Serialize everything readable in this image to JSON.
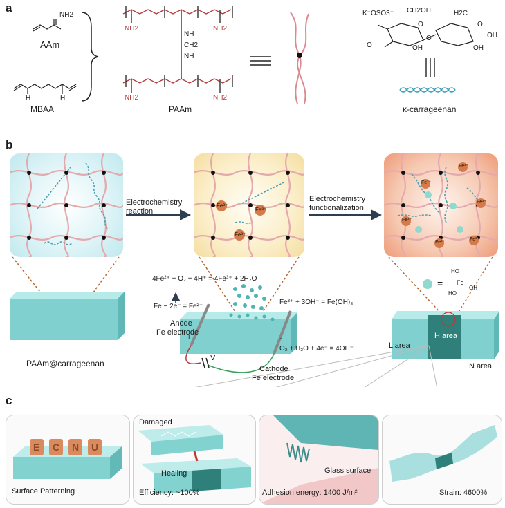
{
  "panels": {
    "a": "a",
    "b": "b",
    "c": "c"
  },
  "panel_a": {
    "aam_label": "AAm",
    "aam_group": "NH2",
    "mbaa_label": "MBAA",
    "mbaa_nh1": "H",
    "mbaa_nh2": "H",
    "paam_label": "PAAm",
    "paam_groups": [
      "NH2",
      "NH2",
      "NH2",
      "NH2",
      "NH",
      "CH2",
      "NH"
    ],
    "kc_label": "κ-carrageenan",
    "kc_groups": [
      "K⁻OSO3⁻",
      "CH2OH",
      "H2C",
      "O",
      "O",
      "OH",
      "OH",
      "OH",
      "O",
      "O"
    ]
  },
  "panel_b": {
    "arrow1_l1": "Electrochemistry",
    "arrow1_l2": "reaction",
    "arrow2_l1": "Electrochemistry",
    "arrow2_l2": "functionalization",
    "hydrogel_label": "PAAm@carrageenan",
    "eq_top": "4Fe²⁺ + O₂ + 4H⁺ = 4Fe³⁺ + 2H₂O",
    "eq_anode": "Fe − 2e⁻ = Fe²⁺",
    "eq_fe3": "Fe³⁺ + 3OH⁻ = Fe(OH)₃",
    "eq_cathode": "O₂ + H₂O + 4e⁻ = 4OH⁻",
    "anode_l1": "Anode",
    "anode_l2": "Fe electrode",
    "cathode_l1": "Cathode",
    "cathode_l2": "Fe electrode",
    "voltage": "V",
    "plus": "+",
    "minus": "-",
    "fe_labels": [
      "Fe³⁺",
      "Fe³⁺",
      "Fe³⁺"
    ],
    "fe_labels_right": [
      "Fe³⁺",
      "Fe³⁺",
      "Fe³⁺",
      "Fe³⁺",
      "Fe³⁺",
      "Fe³⁺"
    ],
    "feoh_eq": "=",
    "feoh_ho1": "HO",
    "feoh_fe": "Fe",
    "feoh_oh": "OH",
    "feoh_ho2": "HO",
    "l_area": "L area",
    "h_area": "H area",
    "n_area": "N area"
  },
  "panel_c": {
    "cards": [
      {
        "caption": "Surface Patterning",
        "letters": [
          "E",
          "C",
          "N",
          "U"
        ]
      },
      {
        "caption": "Efficiency: ~100%",
        "damaged": "Damaged",
        "healing": "Healing"
      },
      {
        "caption": "Adhesion energy: 1400 J/m²",
        "glass": "Glass surface"
      },
      {
        "caption": "Strain: 4600%"
      }
    ]
  },
  "colors": {
    "network": "#e4a9ad",
    "helix": "#4a9fb0",
    "gel": "#8fd6d6",
    "fe_ball": "#d77a4a",
    "dashed": "#b5662e"
  }
}
